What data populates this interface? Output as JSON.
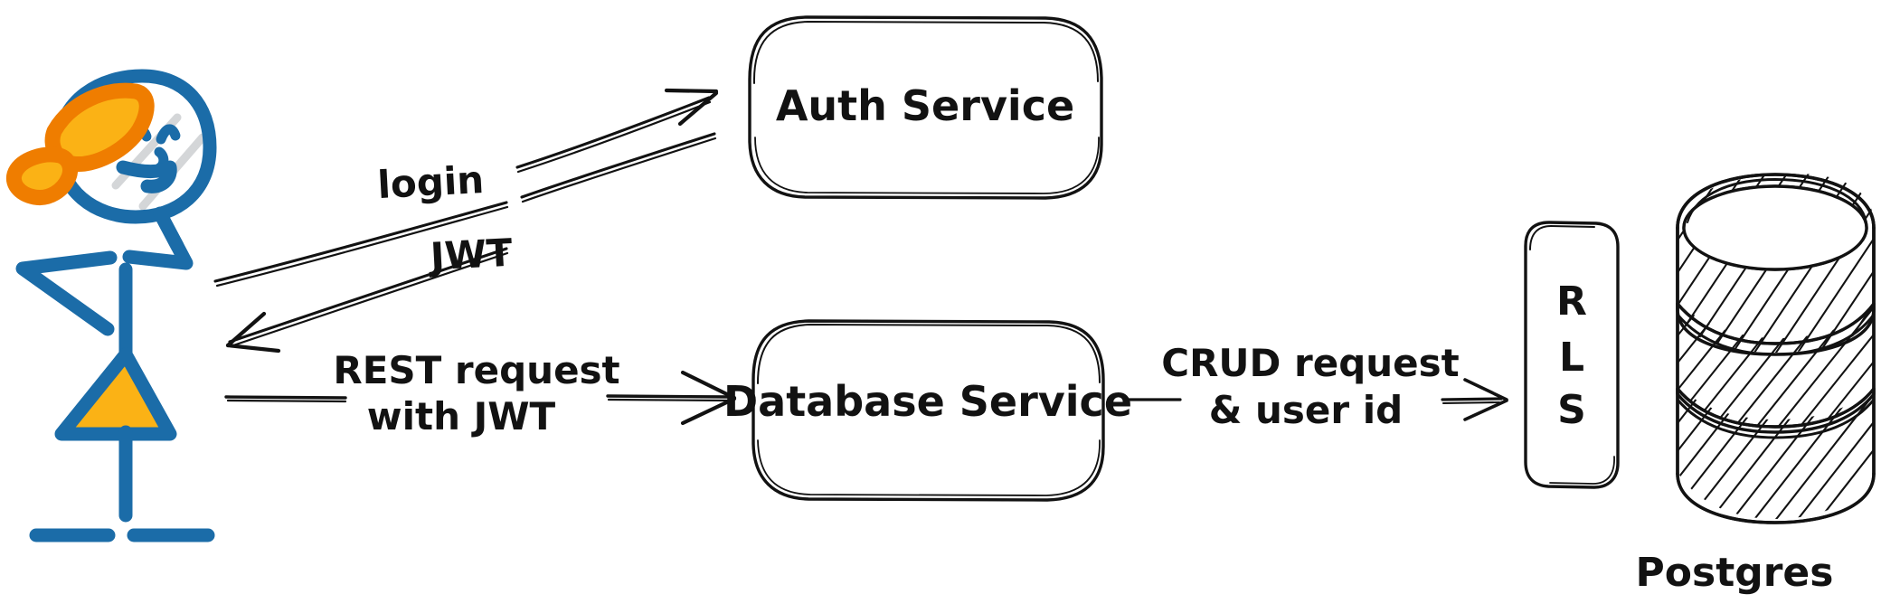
{
  "diagram": {
    "title": "Auth and database access flow",
    "background_color": "#ffffff",
    "ink_color": "#121212",
    "figure_blue": "#1b6ca8",
    "figure_orange": "#ef7d00",
    "figure_yellow": "#fbb215"
  },
  "actor": {
    "name": "user-stick-figure",
    "description": "stick figure person with orange bow in hair, smiling face and orange triangular skirt"
  },
  "nodes": [
    {
      "id": "auth-service",
      "label": "Auth Service",
      "shape": "rounded-rectangle"
    },
    {
      "id": "database-service",
      "label": "Database Service",
      "shape": "rounded-rectangle"
    },
    {
      "id": "rls",
      "label": "RLS",
      "letters": [
        "R",
        "L",
        "S"
      ],
      "shape": "vertical-rounded-rectangle"
    },
    {
      "id": "postgres",
      "label": "Postgres",
      "shape": "database-cylinder"
    }
  ],
  "edges": [
    {
      "id": "edge-login",
      "label": "login",
      "from": "user",
      "to": "auth-service",
      "direction": "right-up"
    },
    {
      "id": "edge-jwt",
      "label": "JWT",
      "from": "auth-service",
      "to": "user",
      "direction": "left-down"
    },
    {
      "id": "edge-rest",
      "label_line1": "REST request",
      "label_line2": "with JWT",
      "from": "user",
      "to": "database-service",
      "direction": "right"
    },
    {
      "id": "edge-crud",
      "label_line1": "CRUD request",
      "label_line2": "& user id",
      "from": "database-service",
      "to": "rls",
      "direction": "right"
    }
  ],
  "labels": {
    "login": "login",
    "jwt": "JWT",
    "rest_request_line1": "REST request",
    "rest_request_line2": "with JWT",
    "crud_request_line1": "CRUD request",
    "crud_request_line2": "& user id",
    "auth_service": "Auth Service",
    "database_service": "Database Service",
    "rls_r": "R",
    "rls_l": "L",
    "rls_s": "S",
    "postgres": "Postgres"
  }
}
